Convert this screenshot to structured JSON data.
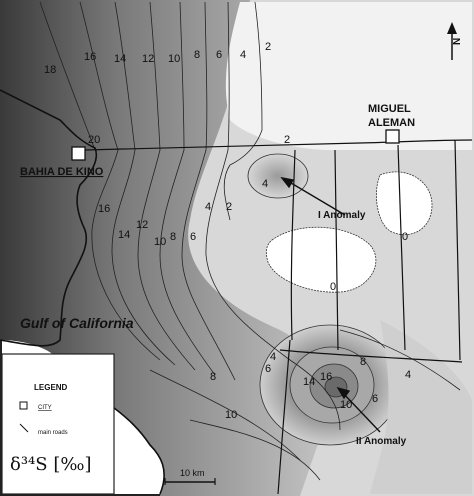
{
  "places": {
    "bahia": "BAHIA DE KINO",
    "miguel_line1": "MIGUEL",
    "miguel_line2": "ALEMAN",
    "gulf": "Gulf of California"
  },
  "anomalies": {
    "first": "I Anomaly",
    "second": "II Anomaly"
  },
  "contours": {
    "c18": "18",
    "c16": "16",
    "c14": "14",
    "c12": "12",
    "c10": "10",
    "c8": "8",
    "c6": "6",
    "c4": "4",
    "c2": "2",
    "c20": "20",
    "c0": "0"
  },
  "legend": {
    "title": "LEGEND",
    "city": "CITY",
    "roads": "main roads",
    "isotope": "δ³⁴S [‰]"
  },
  "scale": {
    "label": "10 km"
  },
  "north": {
    "label": "N"
  },
  "colors": {
    "land": "#ffffff",
    "sea_light": "#ececec",
    "frame": "#222222"
  }
}
